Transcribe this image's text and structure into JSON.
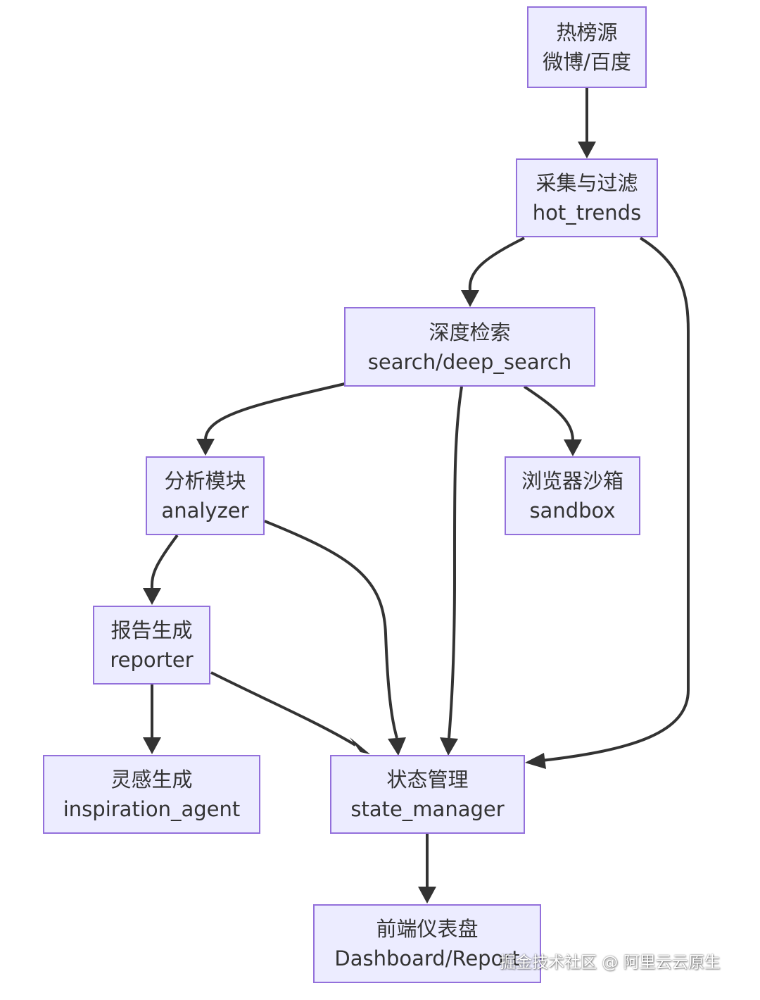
{
  "nodes": {
    "hot_source": {
      "line1": "热榜源",
      "line2": "微博/百度"
    },
    "collect": {
      "line1": "采集与过滤",
      "line2": "hot_trends"
    },
    "deep_search": {
      "line1": "深度检索",
      "line2": "search/deep_search"
    },
    "analyzer": {
      "line1": "分析模块",
      "line2": "analyzer"
    },
    "sandbox": {
      "line1": "浏览器沙箱",
      "line2": "sandbox"
    },
    "reporter": {
      "line1": "报告生成",
      "line2": "reporter"
    },
    "inspiration": {
      "line1": "灵感生成",
      "line2": "inspiration_agent"
    },
    "state": {
      "line1": "状态管理",
      "line2": "state_manager"
    },
    "dashboard": {
      "line1": "前端仪表盘",
      "line2": "Dashboard/Report"
    }
  },
  "edges": [
    {
      "from": "hot_source",
      "to": "collect"
    },
    {
      "from": "collect",
      "to": "deep_search"
    },
    {
      "from": "collect",
      "to": "state"
    },
    {
      "from": "deep_search",
      "to": "analyzer"
    },
    {
      "from": "deep_search",
      "to": "state"
    },
    {
      "from": "deep_search",
      "to": "sandbox"
    },
    {
      "from": "analyzer",
      "to": "reporter"
    },
    {
      "from": "analyzer",
      "to": "state"
    },
    {
      "from": "reporter",
      "to": "inspiration"
    },
    {
      "from": "reporter",
      "to": "state"
    },
    {
      "from": "state",
      "to": "dashboard"
    }
  ],
  "colors": {
    "node_fill": "#ECECFF",
    "node_border": "#9370DB",
    "edge": "#333333",
    "text": "#333333"
  },
  "watermark": "掘金技术社区 @ 阿里云云原生"
}
